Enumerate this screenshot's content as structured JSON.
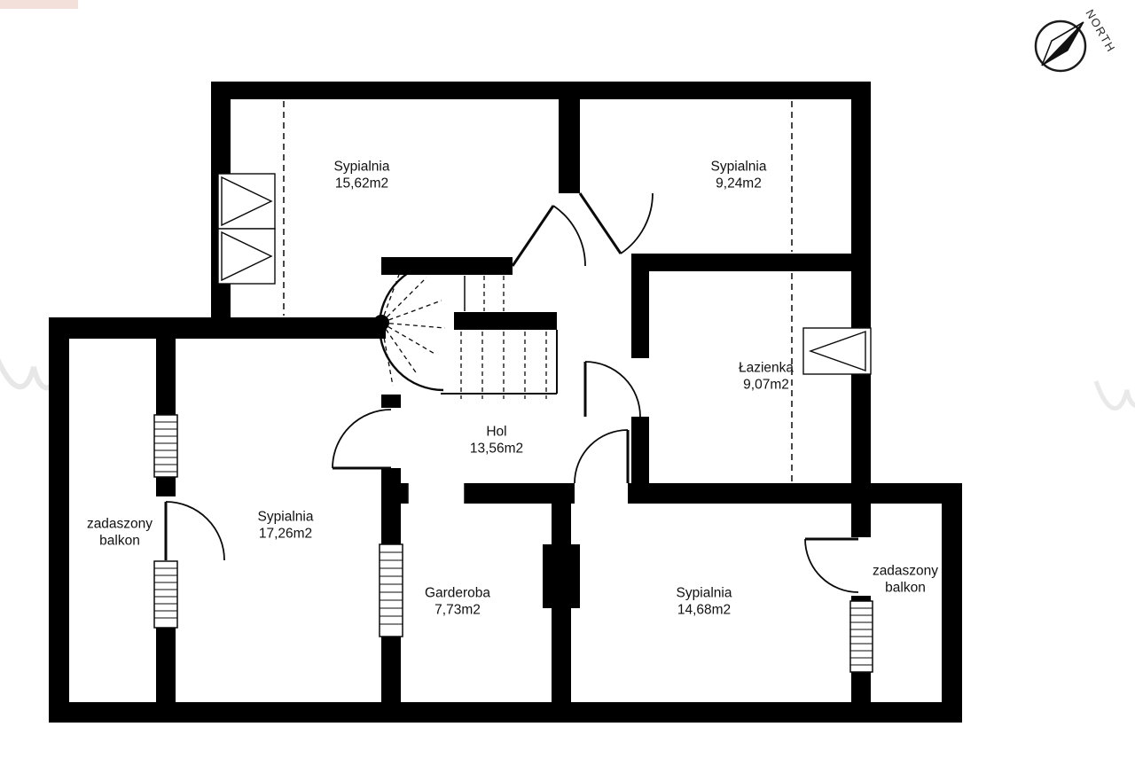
{
  "page": {
    "background": "#ffffff"
  },
  "compass": {
    "label": "NORTH"
  },
  "rooms": [
    {
      "id": "bedroom-top-left",
      "name": "Sypialnia",
      "area": "15,62m2"
    },
    {
      "id": "bedroom-top-right",
      "name": "Sypialnia",
      "area": "9,24m2"
    },
    {
      "id": "bathroom",
      "name": "Łazienka",
      "area": "9,07m2"
    },
    {
      "id": "hall",
      "name": "Hol",
      "area": "13,56m2"
    },
    {
      "id": "bedroom-left",
      "name": "Sypialnia",
      "area": "17,26m2"
    },
    {
      "id": "balcony-left",
      "name": "zadaszony balkon",
      "area": ""
    },
    {
      "id": "wardrobe",
      "name": "Garderoba",
      "area": "7,73m2"
    },
    {
      "id": "bedroom-bottom",
      "name": "Sypialnia",
      "area": "14,68m2"
    },
    {
      "id": "balcony-right",
      "name": "zadaszony balkon",
      "area": ""
    }
  ],
  "colors": {
    "wall": "#000000",
    "line": "#0a0a0a",
    "background": "#ffffff"
  }
}
